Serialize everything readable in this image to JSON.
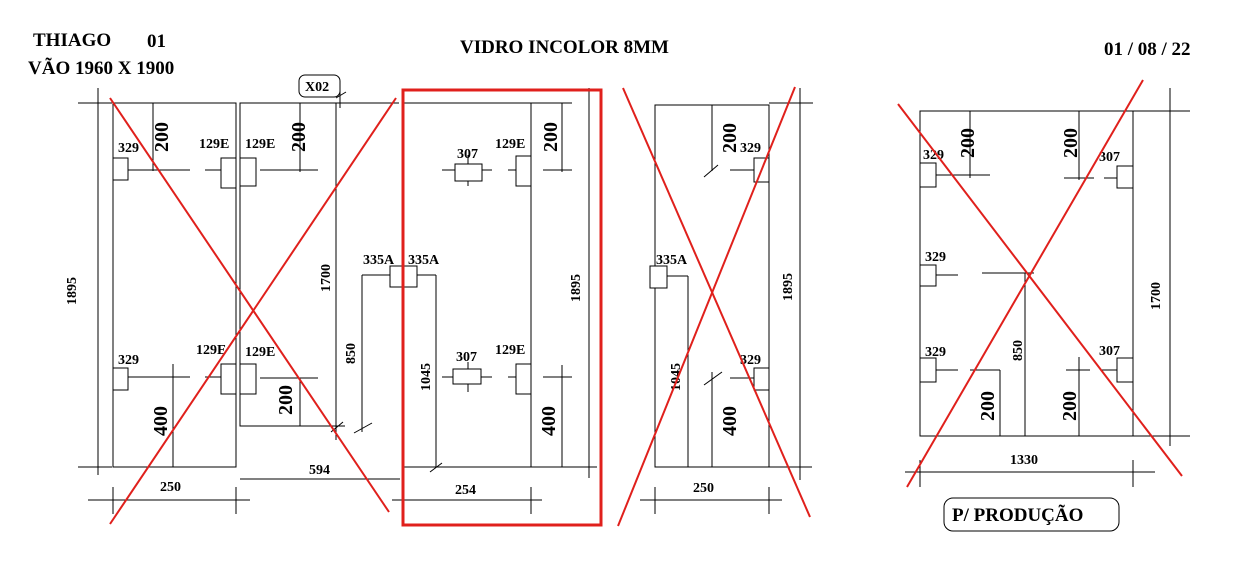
{
  "header": {
    "client": "THIAGO",
    "item": "01",
    "span": "VÃO 1960 X 1900",
    "material": "VIDRO INCOLOR 8MM",
    "date": "01 / 08 / 22"
  },
  "tag_x02": "X02",
  "stamp": "P/ PRODUÇÃO",
  "panel1": {
    "hole_tl": "329",
    "hole_tr": "129E",
    "hole_bl": "329",
    "hole_br": "129E",
    "dim_top": "200",
    "dim_bottom": "400",
    "height": "1895",
    "width": "250"
  },
  "panel2": {
    "hole_tl": "129E",
    "hole_bl": "129E",
    "hole_335": "335A",
    "dim_top": "200",
    "dim_bottom": "200",
    "height": "1700",
    "dim_850": "850",
    "width": "594"
  },
  "panel3": {
    "hole_335": "335A",
    "hole_top": "307",
    "hole_mid": "307",
    "hole_tr": "129E",
    "hole_br": "129E",
    "dim_top": "200",
    "dim_bottom": "400",
    "dim_1045": "1045",
    "height": "1895",
    "width": "254"
  },
  "panel4": {
    "hole_335": "335A",
    "hole_tr": "329",
    "hole_br": "329",
    "dim_top": "200",
    "dim_bottom": "400",
    "dim_1045": "1045",
    "height": "1895",
    "width": "250"
  },
  "panel5": {
    "hole_tl": "329",
    "hole_ml": "329",
    "hole_bl": "329",
    "hole_tr": "307",
    "hole_br": "307",
    "dim_tl": "200",
    "dim_tr": "200",
    "dim_bl": "200",
    "dim_br": "200",
    "dim_850": "850",
    "height": "1700",
    "width": "1330"
  },
  "colors": {
    "cancel_mark": "#e0201c",
    "highlight_frame": "#e0201c",
    "lines": "#000000"
  }
}
